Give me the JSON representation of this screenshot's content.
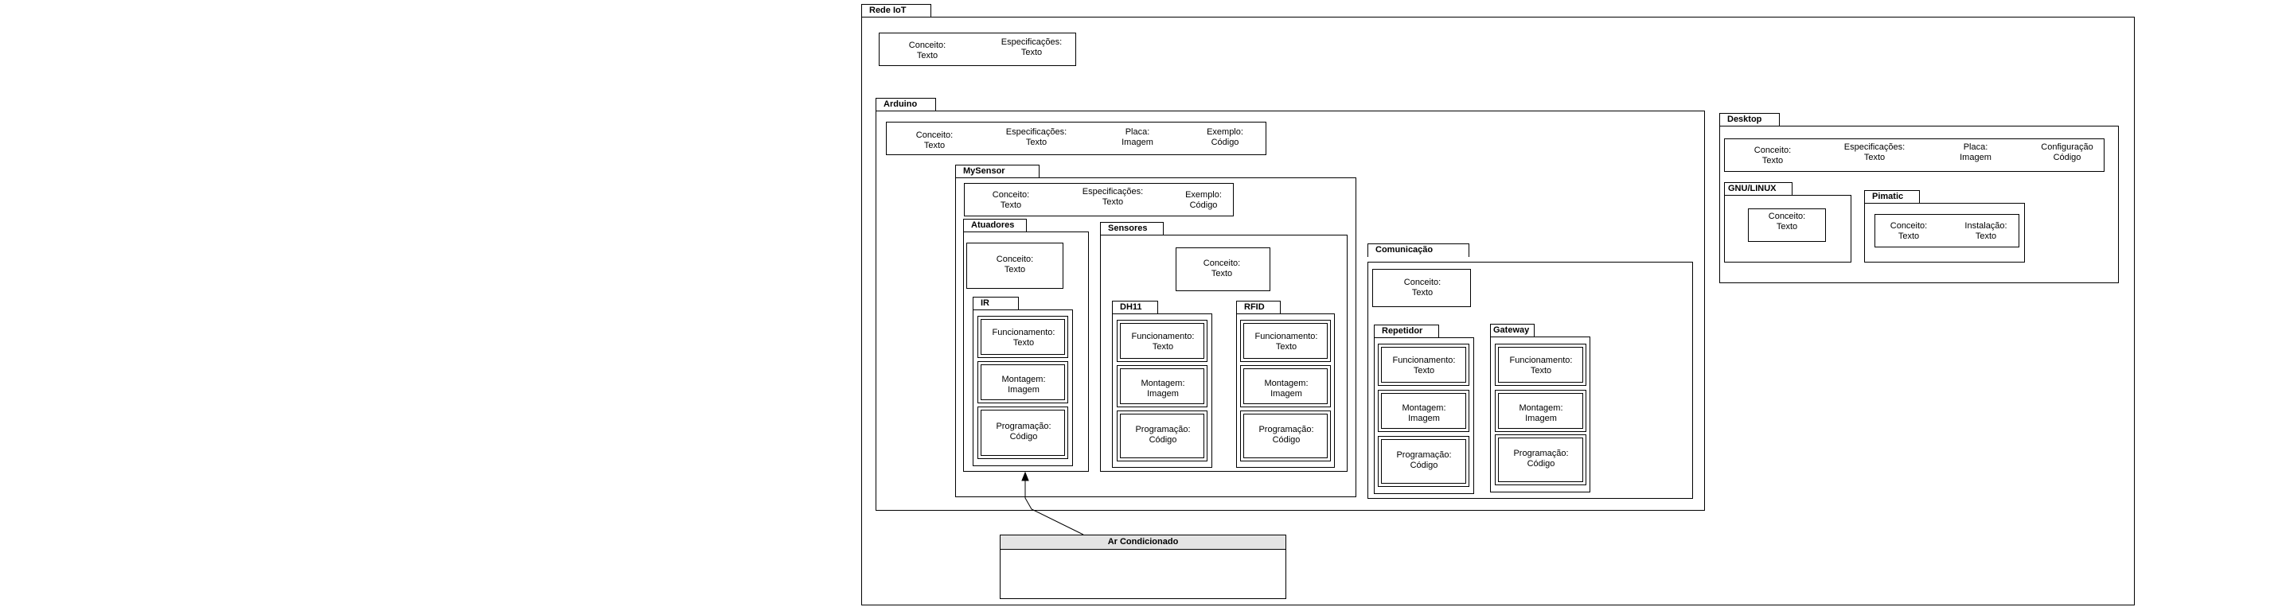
{
  "rede": {
    "title": "Rede IoT",
    "f1": {
      "label": "Conceito:",
      "value": "Texto"
    },
    "f2": {
      "label": "Especificações:",
      "value": "Texto"
    }
  },
  "arduino": {
    "title": "Arduino",
    "f1": {
      "label": "Conceito:",
      "value": "Texto"
    },
    "f2": {
      "label": "Especificações:",
      "value": "Texto"
    },
    "f3": {
      "label": "Placa:",
      "value": "Imagem"
    },
    "f4": {
      "label": "Exemplo:",
      "value": "Código"
    }
  },
  "mysensor": {
    "title": "MySensor",
    "f1": {
      "label": "Conceito:",
      "value": "Texto"
    },
    "f2": {
      "label": "Especificações:",
      "value": "Texto"
    },
    "f3": {
      "label": "Exemplo:",
      "value": "Código"
    }
  },
  "atuadores": {
    "title": "Atuadores",
    "f1": {
      "label": "Conceito:",
      "value": "Texto"
    }
  },
  "ir": {
    "title": "IR",
    "f1": {
      "label": "Funcionamento:",
      "value": "Texto"
    },
    "f2": {
      "label": "Montagem:",
      "value": "Imagem"
    },
    "f3": {
      "label": "Programação:",
      "value": "Código"
    }
  },
  "sensores": {
    "title": "Sensores",
    "f1": {
      "label": "Conceito:",
      "value": "Texto"
    }
  },
  "dh11": {
    "title": "DH11",
    "f1": {
      "label": "Funcionamento:",
      "value": "Texto"
    },
    "f2": {
      "label": "Montagem:",
      "value": "Imagem"
    },
    "f3": {
      "label": "Programação:",
      "value": "Código"
    }
  },
  "rfid": {
    "title": "RFID",
    "f1": {
      "label": "Funcionamento:",
      "value": "Texto"
    },
    "f2": {
      "label": "Montagem:",
      "value": "Imagem"
    },
    "f3": {
      "label": "Programação:",
      "value": "Código"
    }
  },
  "comunicacao": {
    "title": "Comunicação",
    "f1": {
      "label": "Conceito:",
      "value": "Texto"
    }
  },
  "repetidor": {
    "title": "Repetidor",
    "f1": {
      "label": "Funcionamento:",
      "value": "Texto"
    },
    "f2": {
      "label": "Montagem:",
      "value": "Imagem"
    },
    "f3": {
      "label": "Programação:",
      "value": "Código"
    }
  },
  "gateway": {
    "title": "Gateway",
    "f1": {
      "label": "Funcionamento:",
      "value": "Texto"
    },
    "f2": {
      "label": "Montagem:",
      "value": "Imagem"
    },
    "f3": {
      "label": "Programação:",
      "value": "Código"
    }
  },
  "desktop": {
    "title": "Desktop",
    "f1": {
      "label": "Conceito:",
      "value": "Texto"
    },
    "f2": {
      "label": "Especificações:",
      "value": "Texto"
    },
    "f3": {
      "label": "Placa:",
      "value": "Imagem"
    },
    "f4": {
      "label": "Configuração",
      "value": "Código"
    }
  },
  "gnulinux": {
    "title": "GNU/LINUX",
    "f1": {
      "label": "Conceito:",
      "value": "Texto"
    }
  },
  "pimatic": {
    "title": "Pimatic",
    "f1": {
      "label": "Conceito:",
      "value": "Texto"
    },
    "f2": {
      "label": "Instalação:",
      "value": "Texto"
    }
  },
  "ar_condicionado": {
    "title": "Ar Condicionado"
  }
}
